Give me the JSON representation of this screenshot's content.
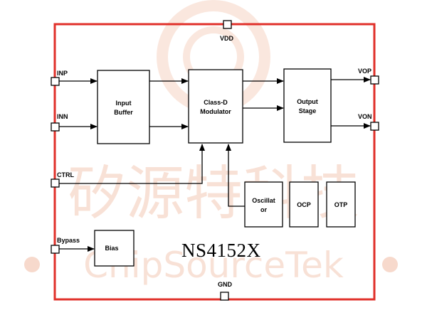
{
  "diagram": {
    "chip_name": "NS4152X",
    "pins": {
      "vdd": "VDD",
      "gnd": "GND",
      "inp": "INP",
      "inn": "INN",
      "ctrl": "CTRL",
      "bypass": "Bypass",
      "vop": "VOP",
      "von": "VON"
    },
    "blocks": {
      "input_buffer": {
        "line1": "Input",
        "line2": "Buffer"
      },
      "modulator": {
        "line1": "Class-D",
        "line2": "Modulator"
      },
      "output_stage": {
        "line1": "Output",
        "line2": "Stage"
      },
      "oscillator": {
        "line1": "Oscillat",
        "line2": "or"
      },
      "ocp": "OCP",
      "otp": "OTP",
      "bias": "Bias"
    },
    "watermark": {
      "chinese": "矽源特科技",
      "english": "ChipSourceTek"
    },
    "colors": {
      "border": "#e0302a",
      "watermark": "#f3c9b6"
    }
  }
}
